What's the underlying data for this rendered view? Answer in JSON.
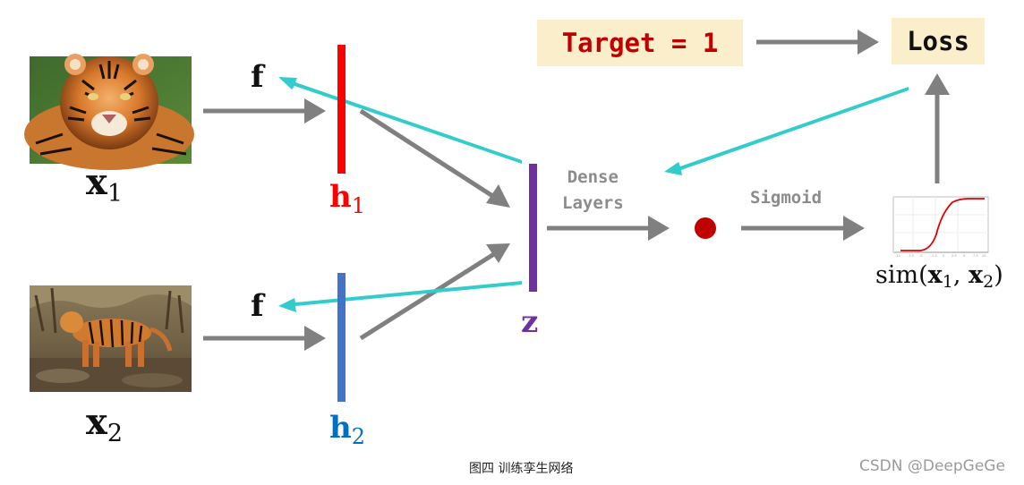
{
  "diagram": {
    "inputs": [
      {
        "symbol": "x",
        "subscript": "1",
        "image": "tiger-portrait-photo"
      },
      {
        "symbol": "x",
        "subscript": "2",
        "image": "tiger-standing-photo"
      }
    ],
    "encoders": [
      {
        "label": "f"
      },
      {
        "label": "f"
      }
    ],
    "features": [
      {
        "symbol": "h",
        "subscript": "1",
        "color": "#ff0000"
      },
      {
        "symbol": "h",
        "subscript": "2",
        "color": "#4472c4"
      }
    ],
    "combined": {
      "symbol": "z",
      "color": "#7030a0"
    },
    "dense_label_line1": "Dense",
    "dense_label_line2": "Layers",
    "sigmoid_label": "Sigmoid",
    "output_node_color": "#c00000",
    "sim_prefix": "sim(",
    "sim_x1": "x",
    "sim_sub1": "1",
    "sim_sep": ", ",
    "sim_x2": "x",
    "sim_sub2": "2",
    "sim_suffix": ")",
    "target_label": "Target = 1",
    "loss_label": "Loss",
    "forward_arrow_color": "#808080",
    "backprop_arrow_color": "#33cccc",
    "box_fill": "#fbeecb",
    "plot_curve_color": "#e00000"
  },
  "caption": "图四 训练孪生网络",
  "watermark": "CSDN @DeepGeGe"
}
